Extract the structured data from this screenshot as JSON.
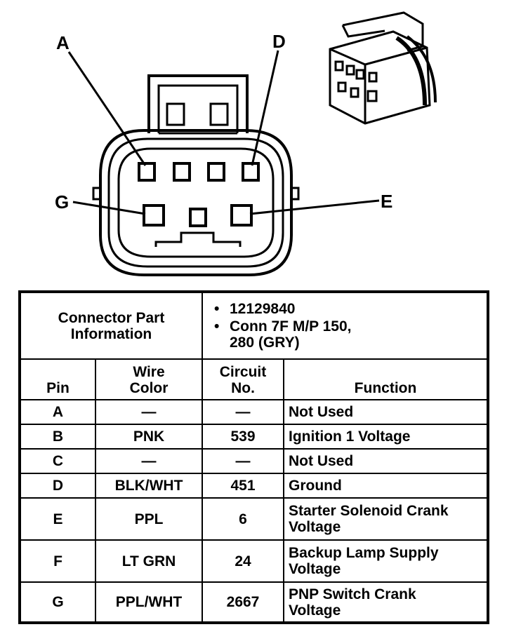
{
  "diagram": {
    "pin_labels": {
      "a": "A",
      "d": "D",
      "g": "G",
      "e": "E"
    }
  },
  "table": {
    "part_info_label": [
      "Connector Part",
      "Information"
    ],
    "part_info_values": [
      "12129840",
      "Conn 7F M/P 150,",
      "280 (GRY)"
    ],
    "headers": {
      "pin": "Pin",
      "wire_color": [
        "Wire",
        "Color"
      ],
      "circuit_no": [
        "Circuit",
        "No."
      ],
      "function": "Function"
    },
    "rows": [
      {
        "pin": "A",
        "wire_color": "—",
        "circuit": "—",
        "function": [
          "Not Used"
        ]
      },
      {
        "pin": "B",
        "wire_color": "PNK",
        "circuit": "539",
        "function": [
          "Ignition 1 Voltage"
        ]
      },
      {
        "pin": "C",
        "wire_color": "—",
        "circuit": "—",
        "function": [
          "Not Used"
        ]
      },
      {
        "pin": "D",
        "wire_color": "BLK/WHT",
        "circuit": "451",
        "function": [
          "Ground"
        ]
      },
      {
        "pin": "E",
        "wire_color": "PPL",
        "circuit": "6",
        "function": [
          "Starter Solenoid Crank",
          "Voltage"
        ]
      },
      {
        "pin": "F",
        "wire_color": "LT GRN",
        "circuit": "24",
        "function": [
          "Backup Lamp Supply",
          "Voltage"
        ]
      },
      {
        "pin": "G",
        "wire_color": "PPL/WHT",
        "circuit": "2667",
        "function": [
          "PNP Switch Crank",
          "Voltage"
        ]
      }
    ]
  }
}
